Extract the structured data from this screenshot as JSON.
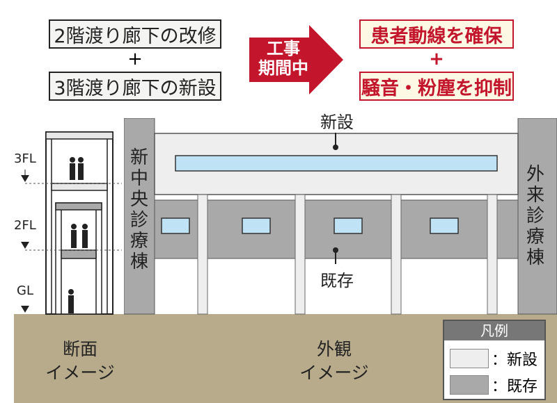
{
  "top_left": {
    "line1": "2階渡り廊下の改修",
    "plus": "+",
    "line2": "3階渡り廊下の新設"
  },
  "arrow": {
    "line1": "工事",
    "line2": "期間中"
  },
  "top_right": {
    "line1": "患者動線を確保",
    "plus": "+",
    "line2": "騒音・粉塵を抑制"
  },
  "building": {
    "new_label": "新設",
    "existing_label": "既存",
    "left_wing": "新中央診療棟",
    "right_wing": "外来診療棟"
  },
  "section": {
    "floors": [
      "3FL",
      "2FL",
      "GL"
    ],
    "caption_line1": "断面",
    "caption_line2": "イメージ"
  },
  "exterior": {
    "caption_line1": "外観",
    "caption_line2": "イメージ"
  },
  "legend": {
    "title": "凡例",
    "new_item": "：新設",
    "existing_item": "：既存"
  },
  "colors": {
    "accent_red": "#c3152b",
    "new_fill": "#eeeeee",
    "existing_fill": "#a9a9a9",
    "ground": "#b8ab8c"
  }
}
